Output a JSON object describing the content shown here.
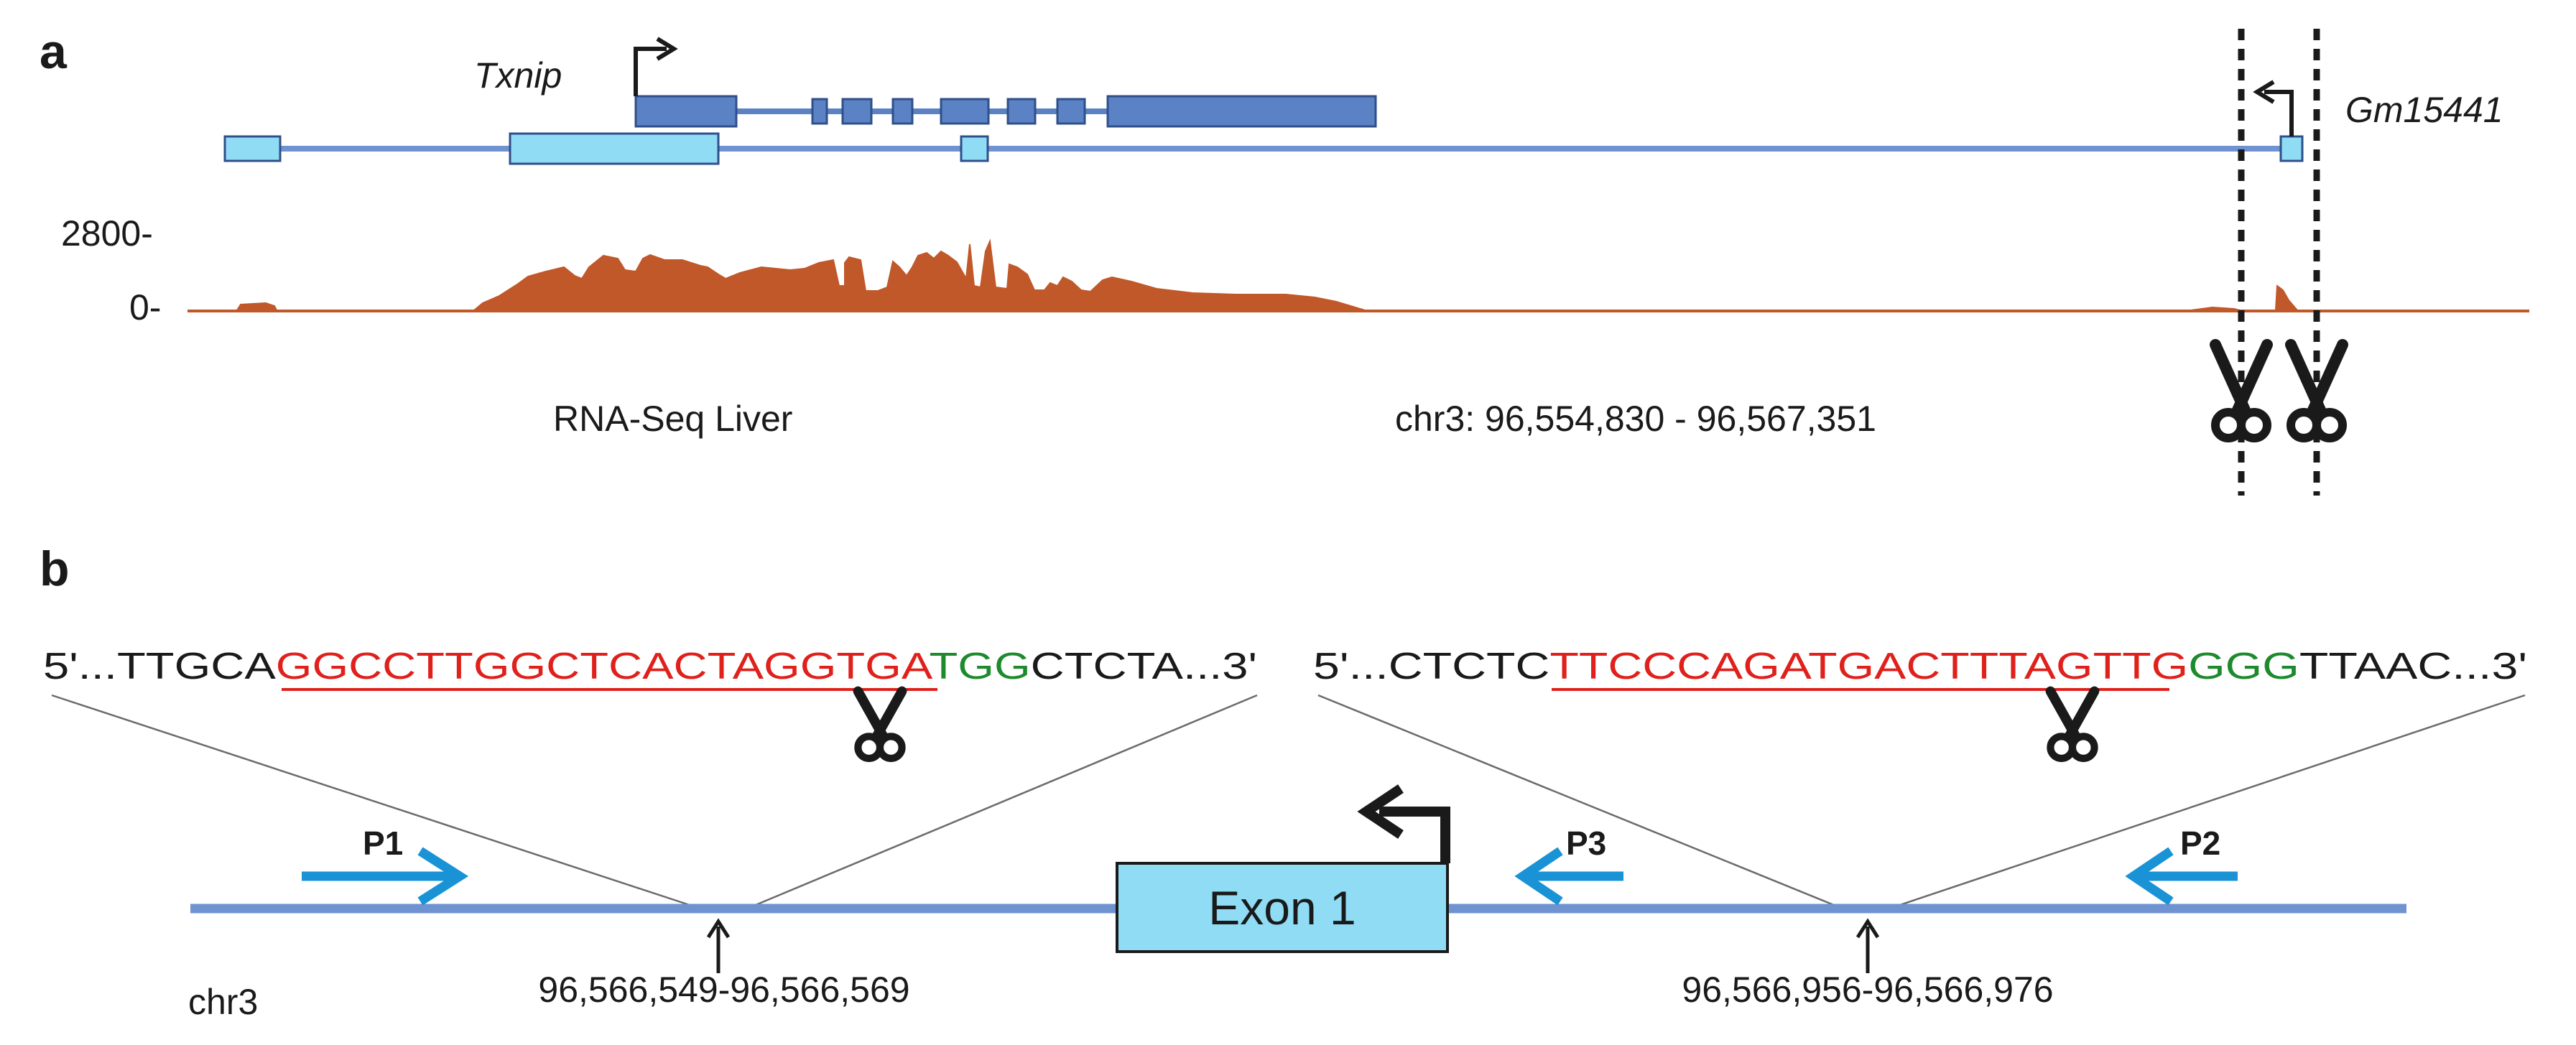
{
  "panel_a": {
    "label": "a",
    "gene_txnip": "Txnip",
    "gene_gm15441": "Gm15441",
    "axis_top": "2800-",
    "axis_bottom": "0-",
    "track_name": "RNA-Seq Liver",
    "coordinates": "chr3: 96,554,830 - 96,567,351",
    "colors": {
      "txnip_exon": "#5b82c4",
      "gm_exon": "#8fdcf4",
      "gene_line": "#6f93d1",
      "rnaseq": "#c0582a"
    }
  },
  "panel_b": {
    "label": "b",
    "left_seq": {
      "prefix": "5'...TTGCA",
      "guide": "GGCCTTGGCTCACTAGGTGA",
      "pam": "TGG",
      "suffix": "CTCTA...3'"
    },
    "right_seq": {
      "prefix": "5'...CTCTC",
      "guide": "TTCCCAGATGACTTTAGTTG",
      "pam": "GGG",
      "suffix": "TTAAC...3'"
    },
    "primer_1": "P1",
    "primer_2": "P2",
    "primer_3": "P3",
    "exon_label": "Exon 1",
    "chrom_label": "chr3",
    "cut_left": "96,566,549-96,566,569",
    "cut_right": "96,566,956-96,566,976",
    "colors": {
      "guide": "#e0201b",
      "pam": "#1e8a2e",
      "primer": "#1a93d6",
      "exon": "#8fdcf4",
      "chrom": "#6f93d1"
    }
  }
}
